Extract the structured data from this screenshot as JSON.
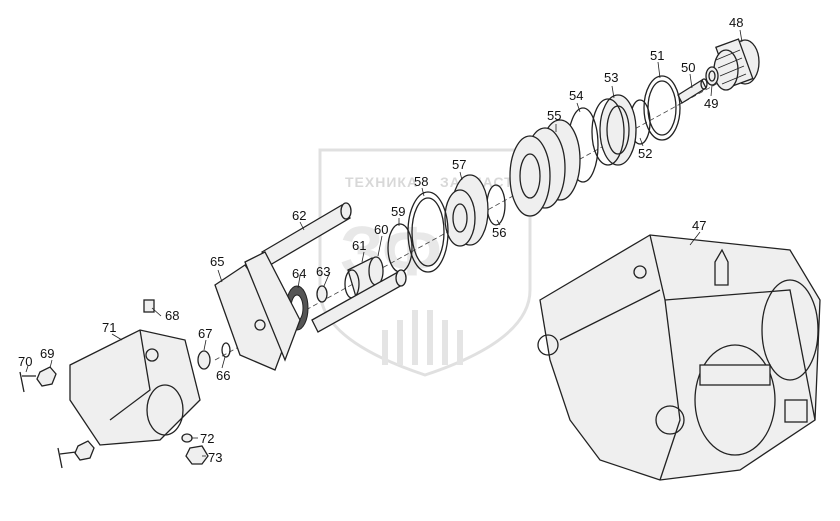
{
  "watermark": {
    "text_left": "ТЕХНИКА",
    "text_right": "ЗАПЧАСТИ",
    "letters": "ЗФ"
  },
  "callouts": {
    "n47": "47",
    "n48": "48",
    "n49": "49",
    "n50": "50",
    "n51": "51",
    "n52": "52",
    "n53": "53",
    "n54": "54",
    "n55": "55",
    "n56": "56",
    "n57": "57",
    "n58": "58",
    "n59": "59",
    "n60": "60",
    "n61": "61",
    "n62": "62",
    "n63": "63",
    "n64": "64",
    "n65": "65",
    "n66": "66",
    "n67": "67",
    "n68": "68",
    "n69": "69",
    "n70": "70",
    "n71": "71",
    "n72": "72",
    "n73": "73"
  }
}
